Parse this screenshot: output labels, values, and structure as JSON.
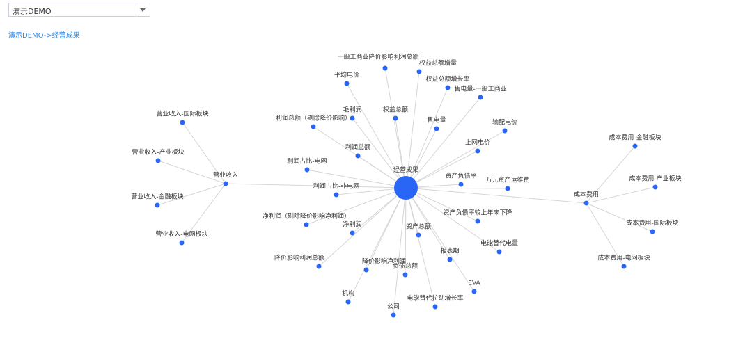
{
  "selector": {
    "value": "演示DEMO"
  },
  "breadcrumb": "演示DEMO->经营成果",
  "colors": {
    "node": "#2966f5",
    "edge": "#d5d5d5",
    "link": "#2a8bf2"
  },
  "graph": {
    "center": "经营成果",
    "nodes": [
      "一般工商业降价影响利润总额",
      "权益总额增量",
      "平均电价",
      "权益总额增长率",
      "售电量-一般工商业",
      "毛利润",
      "权益总额",
      "利润总额（剔除降价影响）",
      "售电量",
      "输配电价",
      "利润总额",
      "上网电价",
      "利润占比-电网",
      "资产负债率",
      "万元资产运维费",
      "利润占比-非电网",
      "净利润（剔除降价影响净利润）",
      "净利润",
      "资产总额",
      "资产负债率较上年末下降",
      "电能替代电量",
      "报表期",
      "降价影响利润总额",
      "降价影响净利润",
      "负债总额",
      "EVA",
      "机构",
      "电能替代拉动增长率",
      "公司"
    ],
    "hubs": [
      {
        "label": "营业收入",
        "children": [
          "营业收入-国际板块",
          "营业收入-产业板块",
          "营业收入-金融板块",
          "营业收入-电网板块"
        ]
      },
      {
        "label": "成本费用",
        "children": [
          "成本费用-金融板块",
          "成本费用-产业板块",
          "成本费用-国际板块",
          "成本费用-电网板块"
        ]
      }
    ]
  }
}
